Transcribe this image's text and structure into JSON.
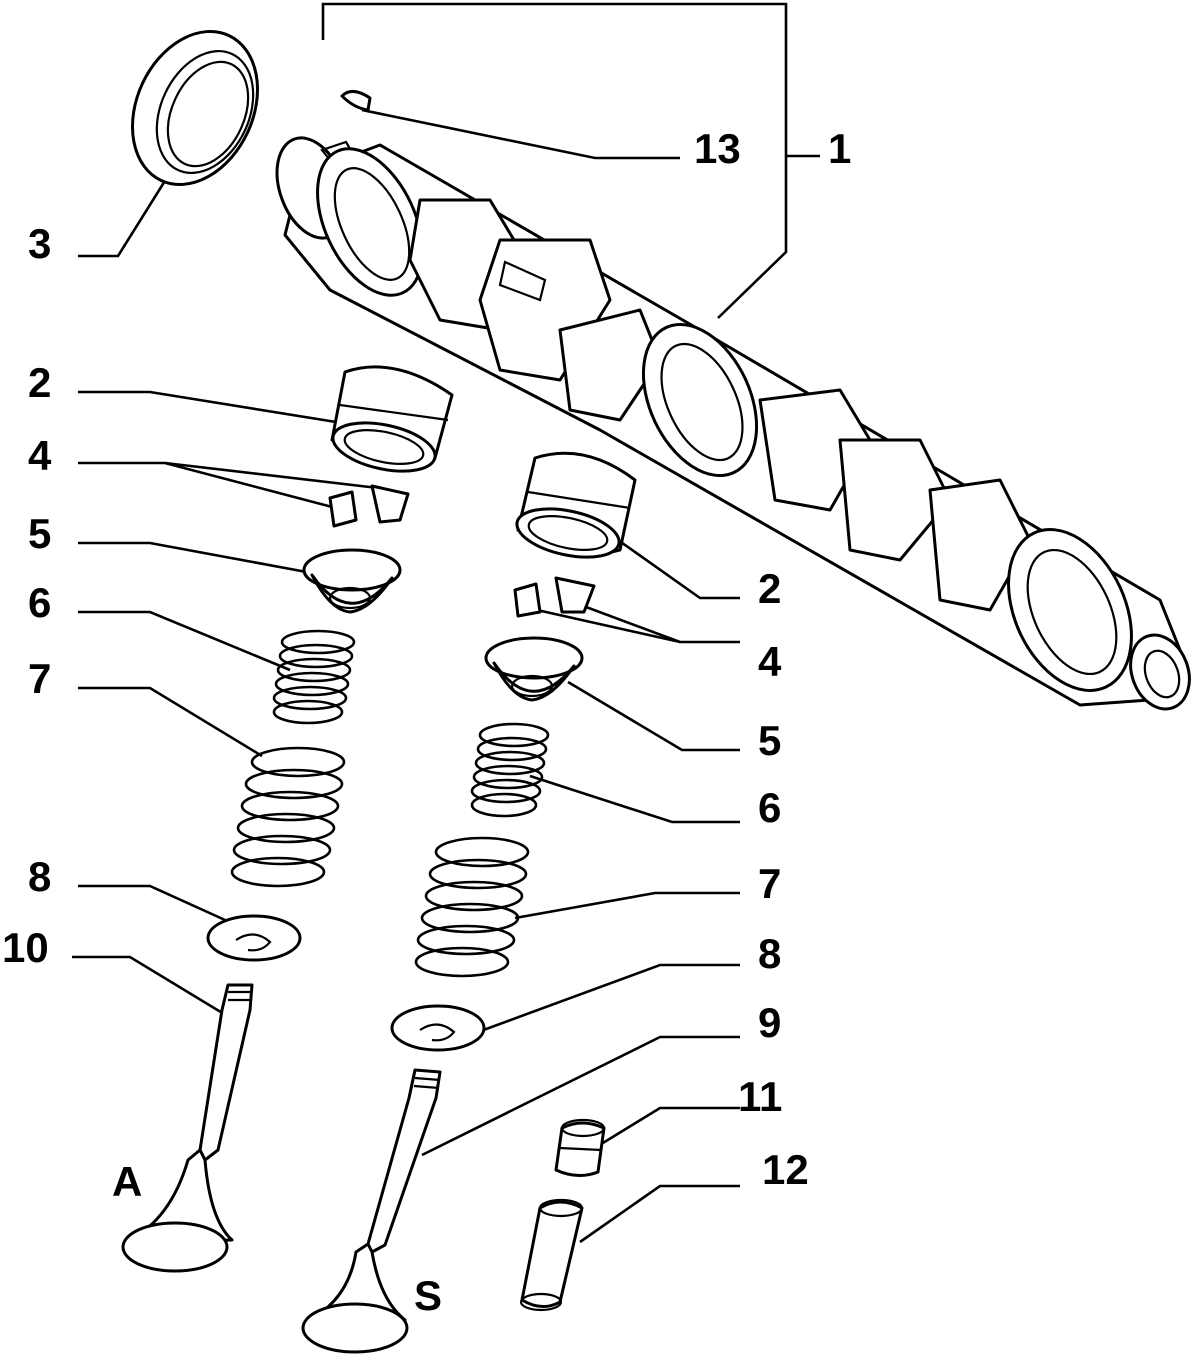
{
  "callouts": {
    "c1": "1",
    "c2_left": "2",
    "c2_right": "2",
    "c3": "3",
    "c4_left": "4",
    "c4_right": "4",
    "c5_left": "5",
    "c5_right": "5",
    "c6_left": "6",
    "c6_right": "6",
    "c7_left": "7",
    "c7_right": "7",
    "c8_left": "8",
    "c8_right": "8",
    "c9": "9",
    "c10": "10",
    "c11": "11",
    "c12": "12",
    "c13": "13",
    "valve_a": "A",
    "valve_s": "S"
  },
  "colors": {
    "line": "#000000",
    "background": "#ffffff"
  }
}
